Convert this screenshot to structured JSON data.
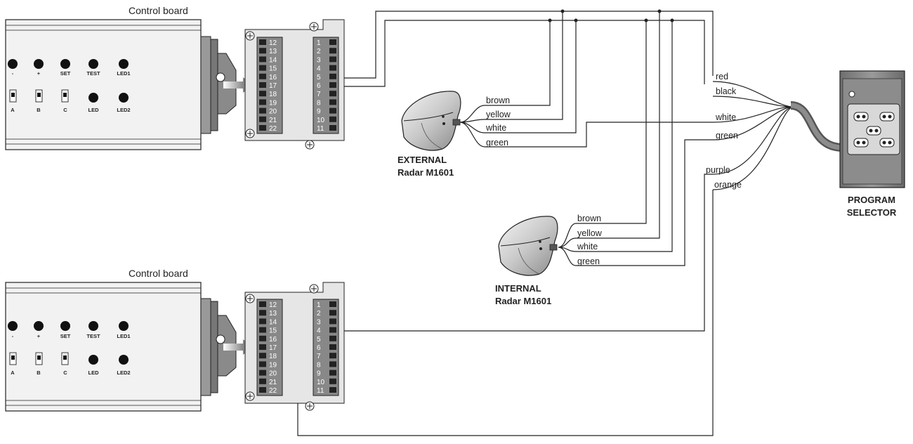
{
  "boards": [
    {
      "title": "Control board",
      "buttons": [
        "-",
        "+",
        "SET",
        "TEST",
        "LED1"
      ],
      "switches": [
        "A",
        "B",
        "C"
      ],
      "leds": [
        "LED",
        "LED2"
      ],
      "left_terminals": [
        "12",
        "13",
        "14",
        "15",
        "16",
        "17",
        "18",
        "19",
        "20",
        "21",
        "22"
      ],
      "right_terminals": [
        "1",
        "2",
        "3",
        "4",
        "5",
        "6",
        "7",
        "8",
        "9",
        "10",
        "11"
      ]
    },
    {
      "title": "Control board",
      "buttons": [
        "-",
        "+",
        "SET",
        "TEST",
        "LED1"
      ],
      "switches": [
        "A",
        "B",
        "C"
      ],
      "leds": [
        "LED",
        "LED2"
      ],
      "left_terminals": [
        "12",
        "13",
        "14",
        "15",
        "16",
        "17",
        "18",
        "19",
        "20",
        "21",
        "22"
      ],
      "right_terminals": [
        "1",
        "2",
        "3",
        "4",
        "5",
        "6",
        "7",
        "8",
        "9",
        "10",
        "11"
      ]
    }
  ],
  "radars": [
    {
      "line1": "EXTERNAL",
      "line2": "Radar M1601",
      "wires": [
        "brown",
        "yellow",
        "white",
        "green"
      ]
    },
    {
      "line1": "INTERNAL",
      "line2": "Radar M1601",
      "wires": [
        "brown",
        "yellow",
        "white",
        "green"
      ]
    }
  ],
  "program_selector": {
    "line1": "PROGRAM",
    "line2": "SELECTOR",
    "wires": [
      "red",
      "black",
      "white",
      "green",
      "purple",
      "orange"
    ]
  }
}
